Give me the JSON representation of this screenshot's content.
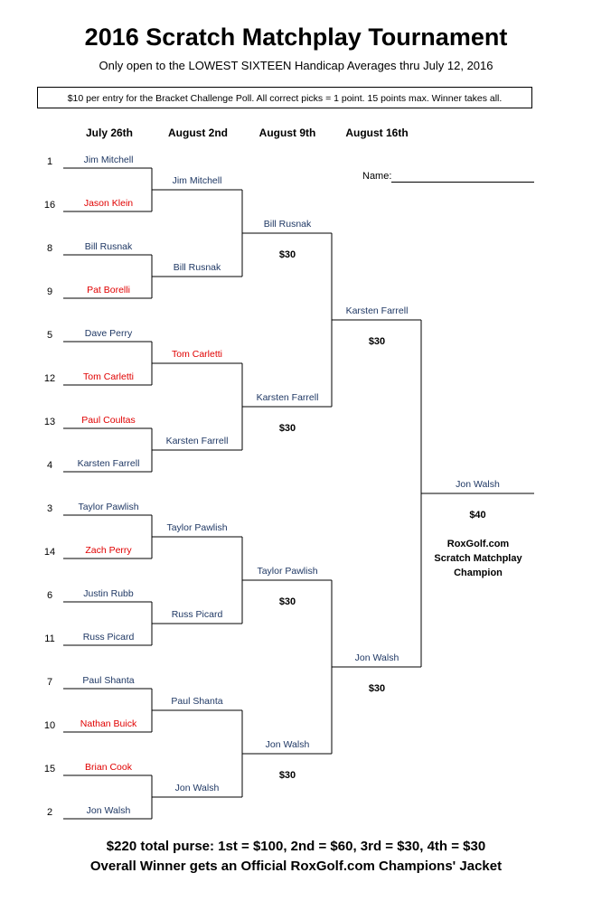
{
  "title": "2016 Scratch Matchplay Tournament",
  "subtitle": "Only open to the LOWEST SIXTEEN Handicap Averages thru July 12, 2016",
  "notice": "$10 per entry for the Bracket Challenge Poll.  All correct picks = 1 point.  15 points max.  Winner takes all.",
  "rounds": [
    "July 26th",
    "August 2nd",
    "August 9th",
    "August 16th"
  ],
  "name_label": "Name:",
  "round1": [
    {
      "seed": "1",
      "name": "Jim Mitchell",
      "color": "blue"
    },
    {
      "seed": "16",
      "name": "Jason Klein",
      "color": "red"
    },
    {
      "seed": "8",
      "name": "Bill Rusnak",
      "color": "blue"
    },
    {
      "seed": "9",
      "name": "Pat Borelli",
      "color": "red"
    },
    {
      "seed": "5",
      "name": "Dave Perry",
      "color": "blue"
    },
    {
      "seed": "12",
      "name": "Tom Carletti",
      "color": "red"
    },
    {
      "seed": "13",
      "name": "Paul Coultas",
      "color": "red"
    },
    {
      "seed": "4",
      "name": "Karsten Farrell",
      "color": "blue"
    },
    {
      "seed": "3",
      "name": "Taylor Pawlish",
      "color": "blue"
    },
    {
      "seed": "14",
      "name": "Zach Perry",
      "color": "red"
    },
    {
      "seed": "6",
      "name": "Justin Rubb",
      "color": "blue"
    },
    {
      "seed": "11",
      "name": "Russ Picard",
      "color": "blue"
    },
    {
      "seed": "7",
      "name": "Paul Shanta",
      "color": "blue"
    },
    {
      "seed": "10",
      "name": "Nathan Buick",
      "color": "red"
    },
    {
      "seed": "15",
      "name": "Brian Cook",
      "color": "red"
    },
    {
      "seed": "2",
      "name": "Jon Walsh",
      "color": "blue"
    }
  ],
  "round2": [
    {
      "name": "Jim Mitchell",
      "color": "blue"
    },
    {
      "name": "Bill Rusnak",
      "color": "blue"
    },
    {
      "name": "Tom Carletti",
      "color": "red"
    },
    {
      "name": "Karsten Farrell",
      "color": "blue"
    },
    {
      "name": "Taylor Pawlish",
      "color": "blue"
    },
    {
      "name": "Russ Picard",
      "color": "blue"
    },
    {
      "name": "Paul Shanta",
      "color": "blue"
    },
    {
      "name": "Jon Walsh",
      "color": "blue"
    }
  ],
  "round3": [
    {
      "name": "Bill Rusnak",
      "prize": "$30"
    },
    {
      "name": "Karsten Farrell",
      "prize": "$30"
    },
    {
      "name": "Taylor Pawlish",
      "prize": "$30"
    },
    {
      "name": "Jon Walsh",
      "prize": "$30"
    }
  ],
  "round4": [
    {
      "name": "Karsten Farrell",
      "prize": "$30"
    },
    {
      "name": "Jon Walsh",
      "prize": "$30"
    }
  ],
  "champion": {
    "name": "Jon Walsh",
    "prize": "$40",
    "line1": "RoxGolf.com",
    "line2": "Scratch Matchplay",
    "line3": "Champion"
  },
  "footer_purse": "$220 total purse:  1st = $100, 2nd = $60, 3rd = $30, 4th = $30",
  "footer_jacket": "Overall Winner gets an Official RoxGolf.com Champions' Jacket",
  "colors": {
    "blue": "#1f3864",
    "red": "#e00000",
    "line": "#000000"
  }
}
